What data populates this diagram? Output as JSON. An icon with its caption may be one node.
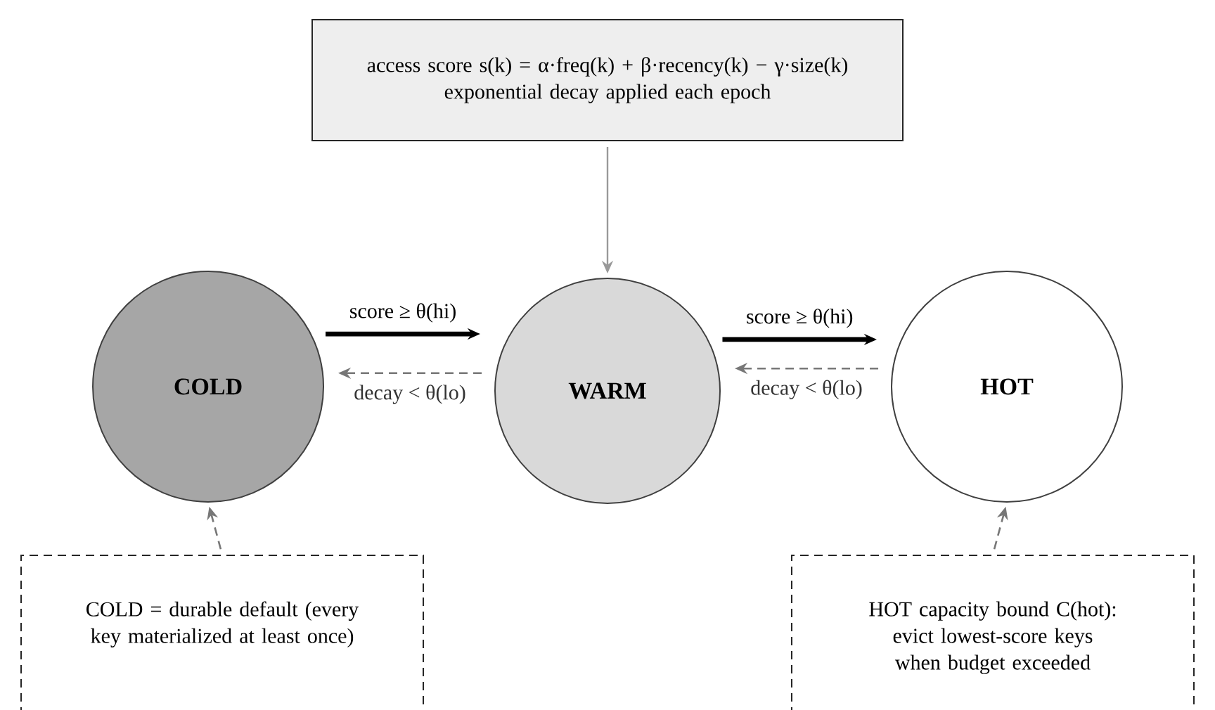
{
  "diagram": {
    "nodes": [
      {
        "text": [
          "access score  s(k) = α·freq(k) + β·recency(k) − γ·size(k)",
          "exponential decay applied each epoch"
        ]
      },
      {
        "text": [
          "COLD"
        ]
      },
      {
        "text": [
          "WARM"
        ]
      },
      {
        "text": [
          "HOT"
        ]
      },
      {
        "text": [
          "COLD = durable default (every key materialized at least once)"
        ]
      },
      {
        "text": [
          "HOT capacity bound C(hot): evict lowest-score keys when budget exceeded"
        ]
      }
    ],
    "edges": [
      {
        "from": 0,
        "to": 2,
        "arrow": "to",
        "color": "#999999"
      },
      {
        "from": 1,
        "to": 2,
        "arrow": "to",
        "style": "thick",
        "color": "#000000",
        "label": "score ≥ θ(hi)"
      },
      {
        "from": 2,
        "to": 1,
        "arrow": "to",
        "style": "dashed",
        "color": "#777777",
        "label": "decay < θ(lo)"
      },
      {
        "from": 2,
        "to": 3,
        "arrow": "to",
        "style": "thick",
        "color": "#000000",
        "label": "score ≥ θ(hi)"
      },
      {
        "from": 3,
        "to": 2,
        "arrow": "to",
        "style": "dashed",
        "color": "#777777",
        "label": "decay < θ(lo)"
      },
      {
        "from": 4,
        "to": 1,
        "arrow": "to",
        "style": "dashed",
        "color": "#777777"
      },
      {
        "from": 5,
        "to": 3,
        "arrow": "to",
        "style": "dashed",
        "color": "#777777"
      }
    ]
  }
}
